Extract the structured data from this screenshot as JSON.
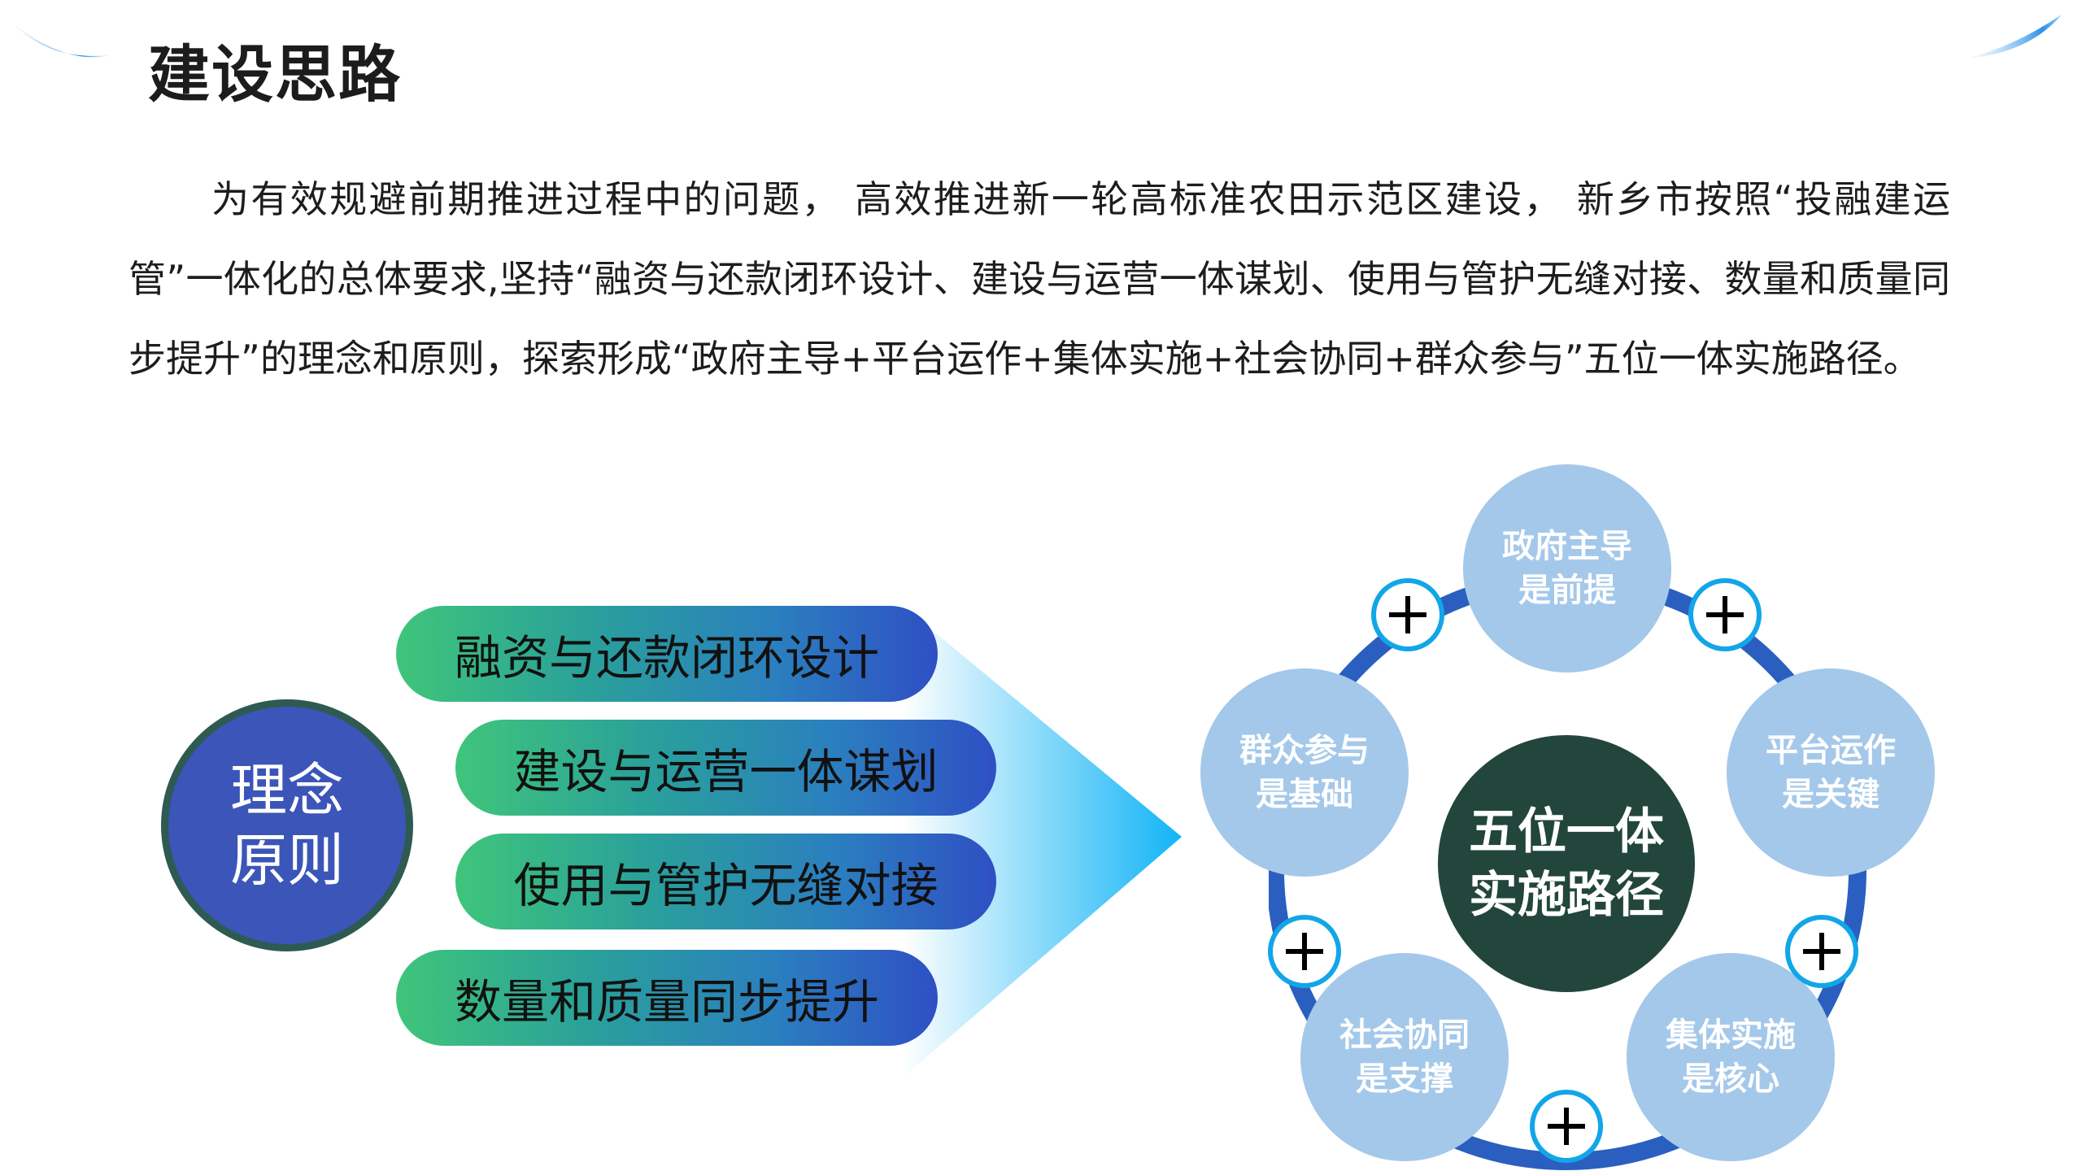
{
  "title": "建设思路",
  "paragraph": "为有效规避前期推进过程中的问题， 高效推进新一轮高标准农田示范区建设， 新乡市按照“投融建运管”一体化的总体要求,坚持“融资与还款闭环设计、建设与运营一体谋划、使用与管护无缝对接、数量和质量同步提升”的理念和原则，探索形成“政府主导+平台运作+集体实施+社会协同+群众参与”五位一体实施路径。",
  "concept": {
    "line1": "理念",
    "line2": "原则"
  },
  "principles": [
    "融资与还款闭环设计",
    "建设与运营一体谋划",
    "使用与管护无缝对接",
    "数量和质量同步提升"
  ],
  "center": {
    "line1": "五位一体",
    "line2": "实施路径"
  },
  "nodes": [
    {
      "line1": "政府主导",
      "line2": "是前提"
    },
    {
      "line1": "平台运作",
      "line2": "是关键"
    },
    {
      "line1": "集体实施",
      "line2": "是核心"
    },
    {
      "line1": "社会协同",
      "line2": "是支撑"
    },
    {
      "line1": "群众参与",
      "line2": "是基础"
    }
  ],
  "colors": {
    "ring": "#2a5fc0",
    "node": "#a4c8ea",
    "center": "#22463b",
    "plus_border": "#12a6e8"
  }
}
